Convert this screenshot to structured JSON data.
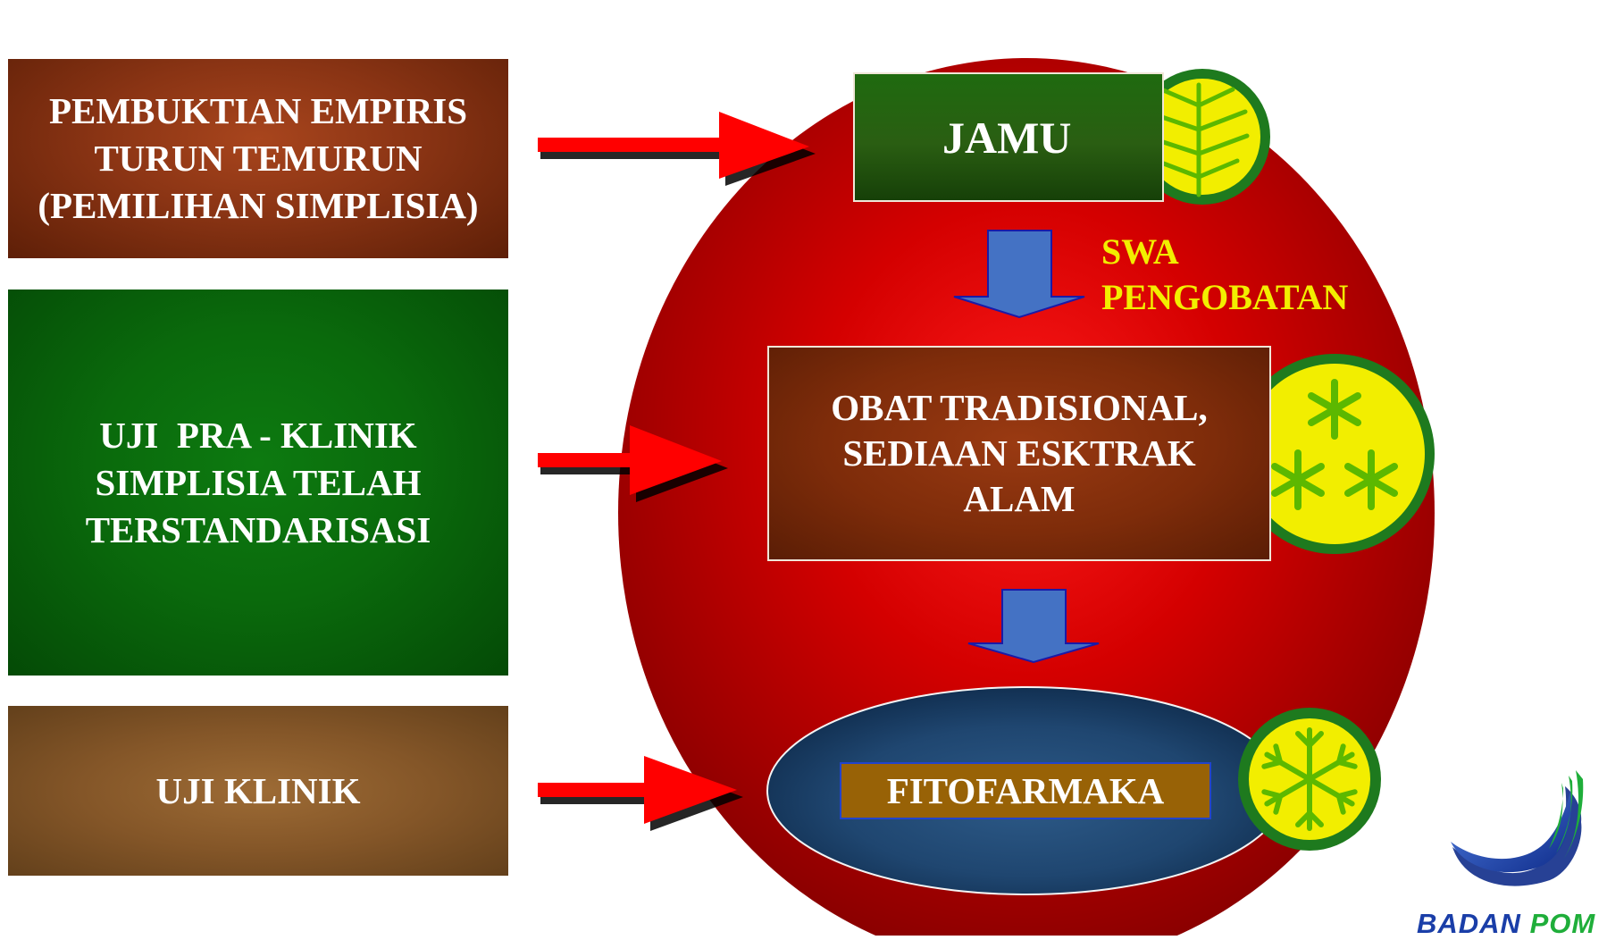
{
  "left_boxes": [
    {
      "lines": [
        "PEMBUKTIAN EMPIRIS",
        "TURUN TEMURUN",
        "(PEMILIHAN SIMPLISIA)"
      ]
    },
    {
      "lines": [
        "UJI  PRA - KLINIK",
        "SIMPLISIA TELAH",
        "TERSTANDARISASI"
      ]
    },
    {
      "lines": [
        "UJI KLINIK"
      ]
    }
  ],
  "jamu": {
    "label": "JAMU"
  },
  "swa": {
    "lines": [
      "SWA",
      "PENGOBATAN"
    ]
  },
  "obat": {
    "lines": [
      "OBAT TRADISIONAL,",
      "SEDIAAN ESKTRAK",
      "ALAM"
    ]
  },
  "fito": {
    "label": "FITOFARMAKA"
  },
  "logo": {
    "text_part1": "BADAN",
    "text_part2": "POM"
  },
  "icons": {
    "jamu": "leaf-branch-icon",
    "obat": "three-stars-icon",
    "fito": "snowflake-star-icon",
    "logo": "badan-pom-logo"
  },
  "colors": {
    "circle": "#cc0000",
    "arrow_red": "#ff0000",
    "arrow_blue": "#4472c4",
    "badge_fill": "#f2ee00",
    "badge_ring": "#1e7a1e",
    "symbol_green": "#5cb800",
    "swa_text": "#f2ee00",
    "logo_blue": "#1a3ea8",
    "logo_green": "#1fae3a"
  }
}
